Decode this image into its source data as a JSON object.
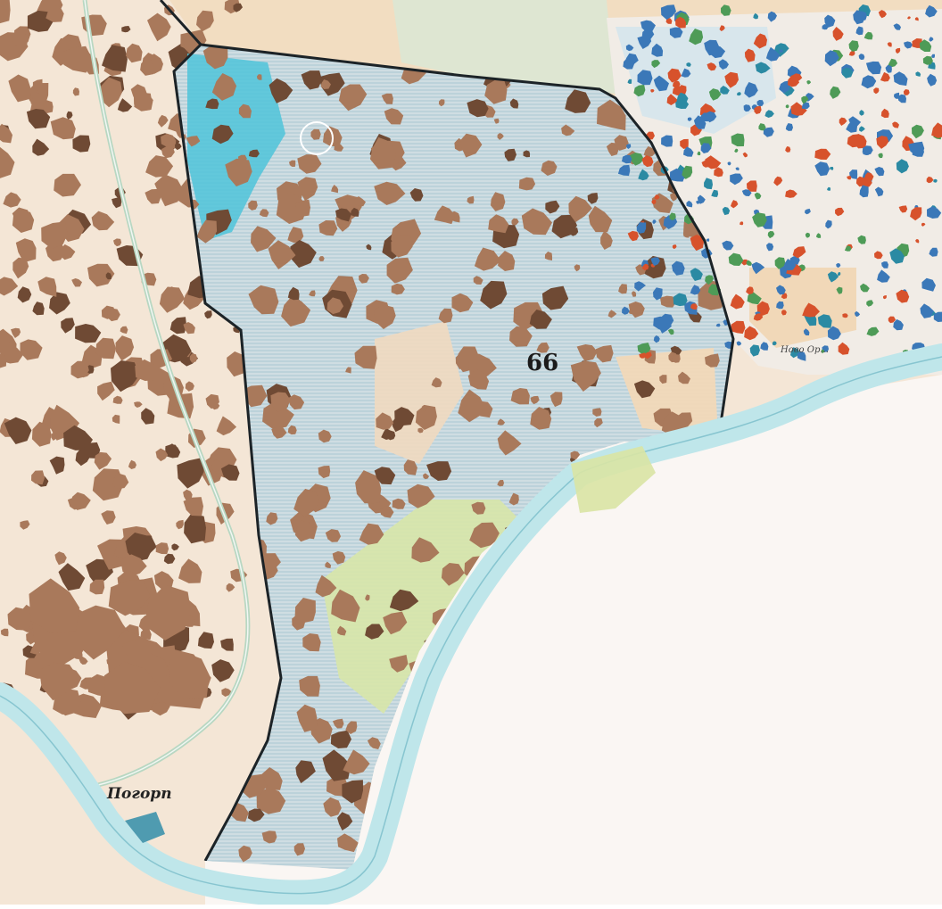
{
  "map": {
    "parcel_number": "66",
    "village_label": "Погорп",
    "small_label": "Ново Ор...",
    "colors": {
      "paper": "#f4e6d6",
      "river": "#bfe6ea",
      "river_edge": "#6fb7c4",
      "sea": "#faf6f3",
      "forest": "#a9795b",
      "forest_dark": "#6f4a34",
      "parcel_hatch": "#a9c6d3",
      "parcel_fill": "#cfdde2",
      "marsh": "#4fc4d9",
      "meadow": "#d7e6a8",
      "orchard_blue": "#3b78b8",
      "orchard_red": "#d7522c",
      "boundary": "#1c2327",
      "road": "#b8d7c2",
      "field": "#f1d8b8"
    }
  }
}
